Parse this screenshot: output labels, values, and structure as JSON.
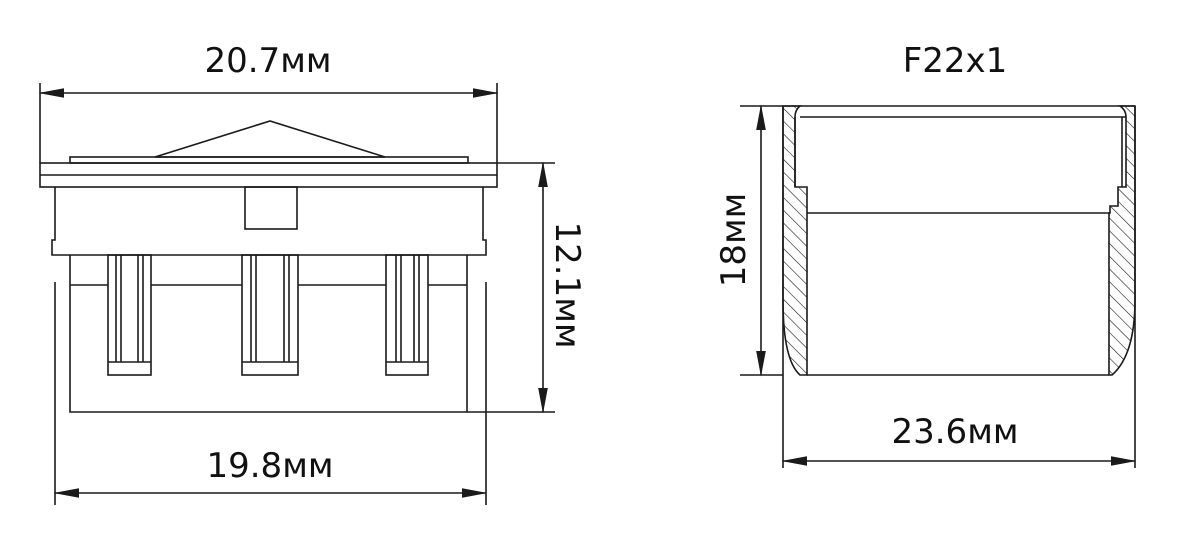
{
  "left_view": {
    "width_top": "20.7мм",
    "height": "12.1мм",
    "width_bottom": "19.8мм"
  },
  "right_view": {
    "thread": "F22x1",
    "height": "18мм",
    "width": "23.6мм"
  },
  "colors": {
    "line": "#1a1a1a",
    "background": "#ffffff"
  }
}
